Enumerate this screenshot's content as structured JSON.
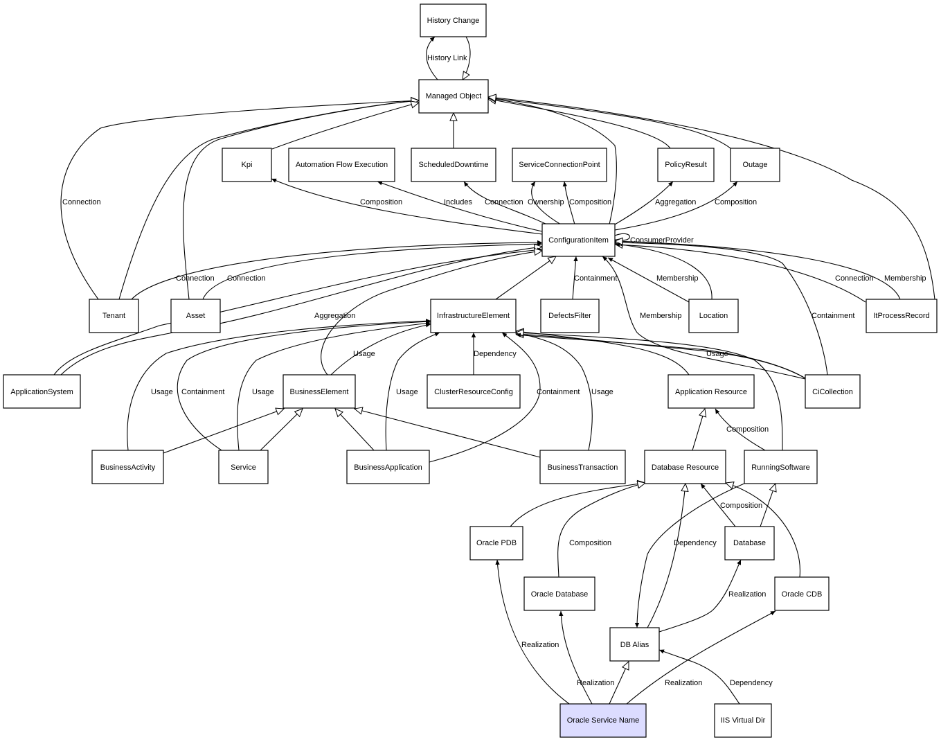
{
  "colors": {
    "highlight": "#dcdcff",
    "stroke": "#000000",
    "background": "#ffffff"
  },
  "nodes": {
    "history_change": "History Change",
    "managed_object": "Managed Object",
    "kpi": "Kpi",
    "automation_flow_execution": "Automation Flow Execution",
    "scheduled_downtime": "ScheduledDowntime",
    "service_connection_point": "ServiceConnectionPoint",
    "policy_result": "PolicyResult",
    "outage": "Outage",
    "configuration_item": "ConfigurationItem",
    "tenant": "Tenant",
    "asset": "Asset",
    "infrastructure_element": "InfrastructureElement",
    "defects_filter": "DefectsFilter",
    "location": "Location",
    "it_process_record": "ItProcessRecord",
    "application_system": "ApplicationSystem",
    "business_element": "BusinessElement",
    "cluster_resource_config": "ClusterResourceConfig",
    "application_resource": "Application Resource",
    "ci_collection": "CiCollection",
    "business_activity": "BusinessActivity",
    "service": "Service",
    "business_application": "BusinessApplication",
    "business_transaction": "BusinessTransaction",
    "database_resource": "Database Resource",
    "running_software": "RunningSoftware",
    "oracle_pdb": "Oracle PDB",
    "database": "Database",
    "oracle_database": "Oracle Database",
    "oracle_cdb": "Oracle CDB",
    "db_alias": "DB Alias",
    "oracle_service_name": "Oracle Service Name",
    "iis_virtual_dir": "IIS Virtual Dir"
  },
  "edge_labels": {
    "history_link": "History Link",
    "connection": "Connection",
    "composition": "Composition",
    "includes": "Includes",
    "ownership": "Ownership",
    "aggregation": "Aggregation",
    "consumer_provider": "ConsumerProvider",
    "containment": "Containment",
    "membership": "Membership",
    "usage": "Usage",
    "dependency": "Dependency",
    "realization": "Realization"
  }
}
